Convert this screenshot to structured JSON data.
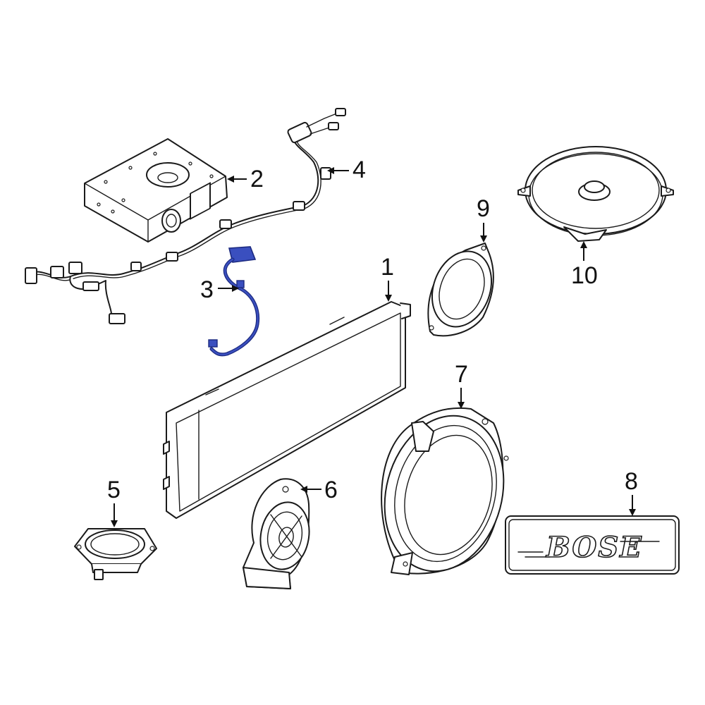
{
  "colors": {
    "line": "#1a1a1a",
    "highlight_part": "#2a3a9e",
    "background": "#ffffff"
  },
  "callouts": {
    "c1": "1",
    "c2": "2",
    "c3": "3",
    "c4": "4",
    "c5": "5",
    "c6": "6",
    "c7": "7",
    "c8": "8",
    "c9": "9",
    "c10": "10"
  },
  "badge": {
    "logo_text": "BOSE"
  }
}
